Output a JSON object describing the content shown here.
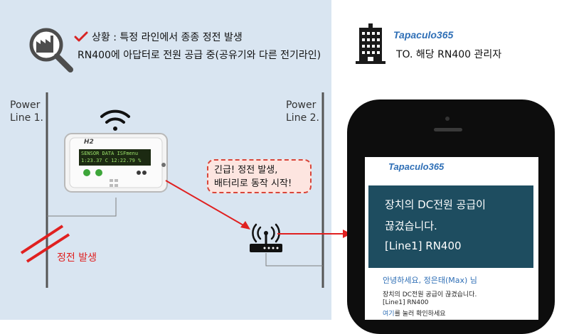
{
  "header": {
    "status_line": "상황 : 특정 라인에서 종종 정전 발생",
    "detail_line": "RN400에 아답터로 전원 공급 중(공유기와 다른 전기라인)",
    "brand_logo": "Tapaculo365",
    "recipient": "TO. 해당 RN400 관리자"
  },
  "lines": {
    "line1": [
      "Power",
      "Line 1."
    ],
    "line2": [
      "Power",
      "Line 2."
    ]
  },
  "device": {
    "brand": "H2",
    "lcd_line1": "SENSOR DATA  ISFmenu",
    "lcd_line2": "1:23.37 C 12:22.79 %"
  },
  "bubble": {
    "line1": "긴급! 정전 발생,",
    "line2": "배터리로 동작 시작!"
  },
  "outage_label": "정전 발생",
  "phone": {
    "logo": "Tapaculo365",
    "alert_line1": "장치의 DC전원 공급이",
    "alert_line2": "끊겼습니다.",
    "alert_line3": "[Line1] RN400",
    "greeting": "안녕하세요, 정은태(Max) 님",
    "body1": "장치의 DC전원 공급이 끊겼습니다.",
    "body2": "[Line1] RN400",
    "link_text": "여기",
    "link_tail": "를 눌러 확인하세요"
  },
  "colors": {
    "left_background": "#d9e5f1",
    "alert_red": "#e02020",
    "navy": "#1e4d60",
    "brand_blue": "#2f6fb6"
  },
  "icons": [
    "factory-magnifier-icon",
    "check-icon",
    "building-icon",
    "wifi-icon",
    "router-icon"
  ]
}
